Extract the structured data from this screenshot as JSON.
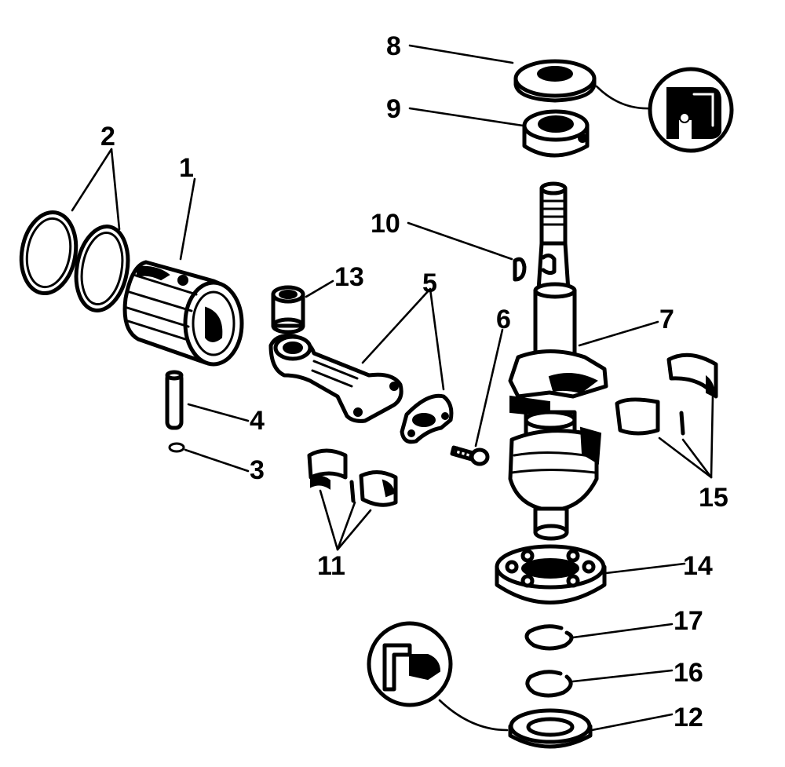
{
  "diagram": {
    "callouts": [
      {
        "id": "1",
        "text": "1"
      },
      {
        "id": "2",
        "text": "2"
      },
      {
        "id": "3",
        "text": "3"
      },
      {
        "id": "4",
        "text": "4"
      },
      {
        "id": "5",
        "text": "5"
      },
      {
        "id": "6",
        "text": "6"
      },
      {
        "id": "7",
        "text": "7"
      },
      {
        "id": "8",
        "text": "8"
      },
      {
        "id": "9",
        "text": "9"
      },
      {
        "id": "10",
        "text": "10"
      },
      {
        "id": "11",
        "text": "11"
      },
      {
        "id": "12",
        "text": "12"
      },
      {
        "id": "13",
        "text": "13"
      },
      {
        "id": "14",
        "text": "14"
      },
      {
        "id": "15",
        "text": "15"
      },
      {
        "id": "16",
        "text": "16"
      },
      {
        "id": "17",
        "text": "17"
      }
    ],
    "inset_icons": [
      "seal-press-tool-icon",
      "seal-install-tool-icon"
    ]
  }
}
